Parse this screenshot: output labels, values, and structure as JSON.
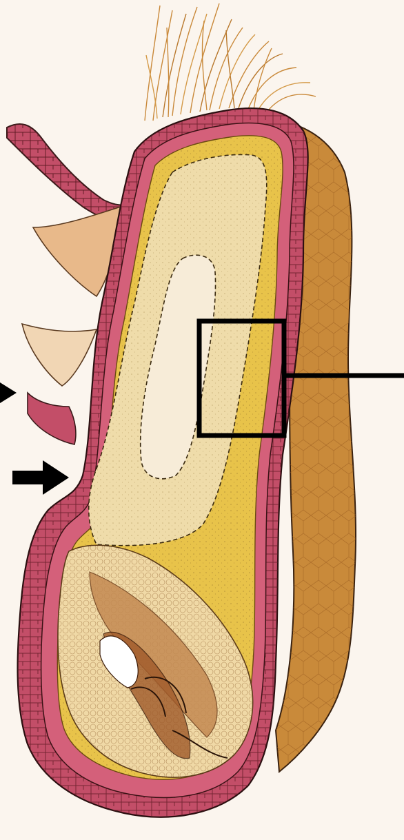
{
  "diagram": {
    "type": "botanical cross-section",
    "colors": {
      "background": "#fbf5ee",
      "pericarp": "#c34e68",
      "pericarp_dark": "#6b1f2a",
      "aleurone": "#d4607a",
      "endosperm_outer": "#e8c34a",
      "endosperm_mid": "#efdcaa",
      "endosperm_inner": "#f7ecd8",
      "brown_layer": "#c98a3a",
      "hairs": "#c9893a",
      "embryo": "#d9a66a",
      "embryo_dark": "#a05a2a",
      "label_box": "#000000",
      "arrow": "#000000"
    },
    "callout": {
      "shape": "rectangle",
      "connector": "horizontal line"
    },
    "arrows": [
      "arrow-upper-left",
      "arrow-lower-left"
    ]
  }
}
